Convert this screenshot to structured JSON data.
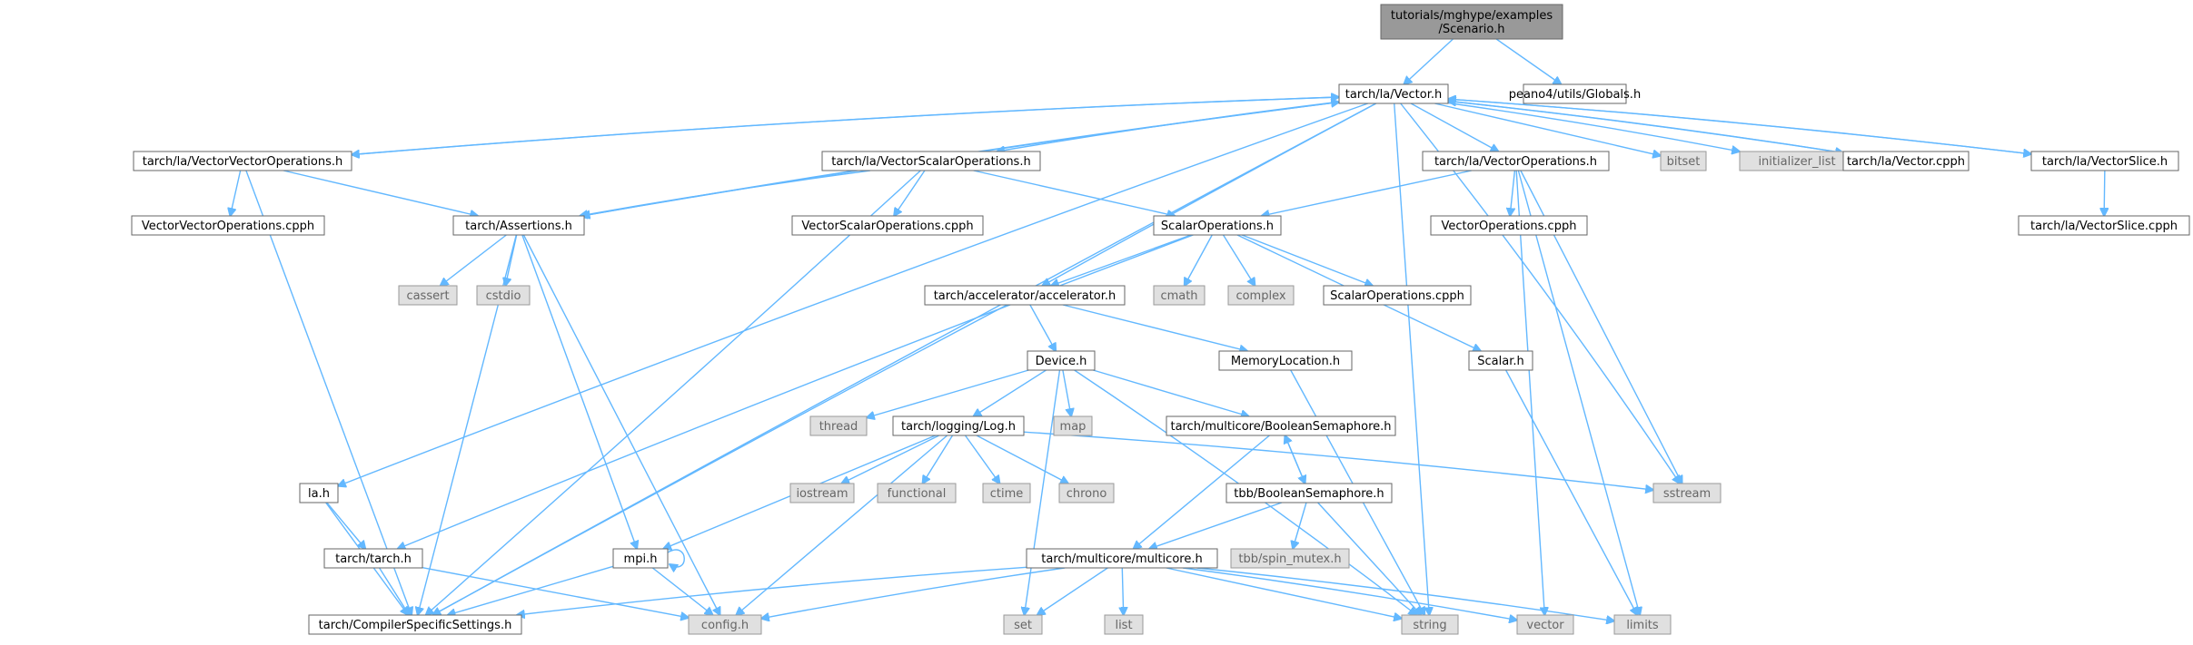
{
  "graph": {
    "nodes": [
      {
        "id": "scenario",
        "label_lines": [
          "tutorials/mghype/examples",
          "/Scenario.h"
        ],
        "kind": "root"
      },
      {
        "id": "vector-h",
        "label_lines": [
          "tarch/la/Vector.h"
        ],
        "kind": "file"
      },
      {
        "id": "globals-h",
        "label_lines": [
          "peano4/utils/Globals.h"
        ],
        "kind": "file"
      },
      {
        "id": "vvo-h",
        "label_lines": [
          "tarch/la/VectorVectorOperations.h"
        ],
        "kind": "file"
      },
      {
        "id": "vso-h",
        "label_lines": [
          "tarch/la/VectorScalarOperations.h"
        ],
        "kind": "file"
      },
      {
        "id": "vo-h",
        "label_lines": [
          "tarch/la/VectorOperations.h"
        ],
        "kind": "file"
      },
      {
        "id": "bitset",
        "label_lines": [
          "bitset"
        ],
        "kind": "ext"
      },
      {
        "id": "initializer",
        "label_lines": [
          "initializer_list"
        ],
        "kind": "ext"
      },
      {
        "id": "vector-cpph",
        "label_lines": [
          "tarch/la/Vector.cpph"
        ],
        "kind": "file"
      },
      {
        "id": "vslice-h",
        "label_lines": [
          "tarch/la/VectorSlice.h"
        ],
        "kind": "file"
      },
      {
        "id": "vvo-cpph",
        "label_lines": [
          "VectorVectorOperations.cpph"
        ],
        "kind": "file"
      },
      {
        "id": "assertions-h",
        "label_lines": [
          "tarch/Assertions.h"
        ],
        "kind": "file"
      },
      {
        "id": "vso-cpph",
        "label_lines": [
          "VectorScalarOperations.cpph"
        ],
        "kind": "file"
      },
      {
        "id": "scalarops-h",
        "label_lines": [
          "ScalarOperations.h"
        ],
        "kind": "file"
      },
      {
        "id": "vo-cpph",
        "label_lines": [
          "VectorOperations.cpph"
        ],
        "kind": "file"
      },
      {
        "id": "vslice-cpph",
        "label_lines": [
          "tarch/la/VectorSlice.cpph"
        ],
        "kind": "file"
      },
      {
        "id": "cassert",
        "label_lines": [
          "cassert"
        ],
        "kind": "ext"
      },
      {
        "id": "cstdio",
        "label_lines": [
          "cstdio"
        ],
        "kind": "ext"
      },
      {
        "id": "accelerator-h",
        "label_lines": [
          "tarch/accelerator/accelerator.h"
        ],
        "kind": "file"
      },
      {
        "id": "cmath",
        "label_lines": [
          "cmath"
        ],
        "kind": "ext"
      },
      {
        "id": "complex",
        "label_lines": [
          "complex"
        ],
        "kind": "ext"
      },
      {
        "id": "scalarops-cpph",
        "label_lines": [
          "ScalarOperations.cpph"
        ],
        "kind": "file"
      },
      {
        "id": "device-h",
        "label_lines": [
          "Device.h"
        ],
        "kind": "file"
      },
      {
        "id": "memloc-h",
        "label_lines": [
          "MemoryLocation.h"
        ],
        "kind": "file"
      },
      {
        "id": "scalar-h",
        "label_lines": [
          "Scalar.h"
        ],
        "kind": "file"
      },
      {
        "id": "thread",
        "label_lines": [
          "thread"
        ],
        "kind": "ext"
      },
      {
        "id": "log-h",
        "label_lines": [
          "tarch/logging/Log.h"
        ],
        "kind": "file"
      },
      {
        "id": "map",
        "label_lines": [
          "map"
        ],
        "kind": "ext"
      },
      {
        "id": "boolsem-h",
        "label_lines": [
          "tarch/multicore/BooleanSemaphore.h"
        ],
        "kind": "file"
      },
      {
        "id": "la-h",
        "label_lines": [
          "la.h"
        ],
        "kind": "file"
      },
      {
        "id": "iostream",
        "label_lines": [
          "iostream"
        ],
        "kind": "ext"
      },
      {
        "id": "functional",
        "label_lines": [
          "functional"
        ],
        "kind": "ext"
      },
      {
        "id": "ctime",
        "label_lines": [
          "ctime"
        ],
        "kind": "ext"
      },
      {
        "id": "chrono",
        "label_lines": [
          "chrono"
        ],
        "kind": "ext"
      },
      {
        "id": "tbb-boolsem-h",
        "label_lines": [
          "tbb/BooleanSemaphore.h"
        ],
        "kind": "file"
      },
      {
        "id": "sstream",
        "label_lines": [
          "sstream"
        ],
        "kind": "ext"
      },
      {
        "id": "tarch-h",
        "label_lines": [
          "tarch/tarch.h"
        ],
        "kind": "file"
      },
      {
        "id": "mpi-h",
        "label_lines": [
          "mpi.h"
        ],
        "kind": "file"
      },
      {
        "id": "multicore-h",
        "label_lines": [
          "tarch/multicore/multicore.h"
        ],
        "kind": "file"
      },
      {
        "id": "spin-mutex",
        "label_lines": [
          "tbb/spin_mutex.h"
        ],
        "kind": "ext"
      },
      {
        "id": "compiler-h",
        "label_lines": [
          "tarch/CompilerSpecificSettings.h"
        ],
        "kind": "file"
      },
      {
        "id": "config-h",
        "label_lines": [
          "config.h"
        ],
        "kind": "ext"
      },
      {
        "id": "set",
        "label_lines": [
          "set"
        ],
        "kind": "ext"
      },
      {
        "id": "list",
        "label_lines": [
          "list"
        ],
        "kind": "ext"
      },
      {
        "id": "string",
        "label_lines": [
          "string"
        ],
        "kind": "ext"
      },
      {
        "id": "vector",
        "label_lines": [
          "vector"
        ],
        "kind": "ext"
      },
      {
        "id": "limits",
        "label_lines": [
          "limits"
        ],
        "kind": "ext"
      }
    ],
    "edges": [
      [
        "scenario",
        "vector-h"
      ],
      [
        "scenario",
        "globals-h"
      ],
      [
        "vector-h",
        "vvo-h"
      ],
      [
        "vector-h",
        "vso-h"
      ],
      [
        "vector-h",
        "vo-h"
      ],
      [
        "vector-h",
        "bitset"
      ],
      [
        "vector-h",
        "initializer"
      ],
      [
        "vector-h",
        "vector-cpph"
      ],
      [
        "vector-h",
        "vslice-h"
      ],
      [
        "vector-h",
        "assertions-h"
      ],
      [
        "vector-h",
        "la-h"
      ],
      [
        "vector-h",
        "compiler-h"
      ],
      [
        "vector-h",
        "accelerator-h"
      ],
      [
        "vector-h",
        "sstream"
      ],
      [
        "vector-h",
        "string"
      ],
      [
        "vvo-h",
        "vector-h"
      ],
      [
        "vvo-h",
        "vvo-cpph"
      ],
      [
        "vvo-h",
        "assertions-h"
      ],
      [
        "vvo-h",
        "compiler-h"
      ],
      [
        "vso-h",
        "assertions-h"
      ],
      [
        "vso-h",
        "vso-cpph"
      ],
      [
        "vso-h",
        "scalarops-h"
      ],
      [
        "vso-h",
        "compiler-h"
      ],
      [
        "vo-h",
        "scalarops-h"
      ],
      [
        "vo-h",
        "vo-cpph"
      ],
      [
        "vo-h",
        "sstream"
      ],
      [
        "vo-h",
        "vector"
      ],
      [
        "vo-h",
        "limits"
      ],
      [
        "vector-cpph",
        "vector-h"
      ],
      [
        "vslice-h",
        "vector-h"
      ],
      [
        "vslice-h",
        "vslice-cpph"
      ],
      [
        "assertions-h",
        "vector-h"
      ],
      [
        "assertions-h",
        "cassert"
      ],
      [
        "assertions-h",
        "cstdio"
      ],
      [
        "assertions-h",
        "mpi-h"
      ],
      [
        "assertions-h",
        "config-h"
      ],
      [
        "assertions-h",
        "compiler-h"
      ],
      [
        "scalarops-h",
        "accelerator-h"
      ],
      [
        "scalarops-h",
        "cmath"
      ],
      [
        "scalarops-h",
        "complex"
      ],
      [
        "scalarops-h",
        "scalarops-cpph"
      ],
      [
        "scalarops-h",
        "scalar-h"
      ],
      [
        "scalarops-h",
        "tarch-h"
      ],
      [
        "accelerator-h",
        "device-h"
      ],
      [
        "accelerator-h",
        "memloc-h"
      ],
      [
        "accelerator-h",
        "compiler-h"
      ],
      [
        "device-h",
        "thread"
      ],
      [
        "device-h",
        "log-h"
      ],
      [
        "device-h",
        "map"
      ],
      [
        "device-h",
        "boolsem-h"
      ],
      [
        "device-h",
        "set"
      ],
      [
        "device-h",
        "string"
      ],
      [
        "memloc-h",
        "string"
      ],
      [
        "scalar-h",
        "limits"
      ],
      [
        "log-h",
        "iostream"
      ],
      [
        "log-h",
        "functional"
      ],
      [
        "log-h",
        "ctime"
      ],
      [
        "log-h",
        "chrono"
      ],
      [
        "log-h",
        "sstream"
      ],
      [
        "log-h",
        "mpi-h"
      ],
      [
        "log-h",
        "config-h"
      ],
      [
        "boolsem-h",
        "tbb-boolsem-h"
      ],
      [
        "boolsem-h",
        "multicore-h"
      ],
      [
        "tbb-boolsem-h",
        "boolsem-h"
      ],
      [
        "tbb-boolsem-h",
        "multicore-h"
      ],
      [
        "tbb-boolsem-h",
        "spin-mutex"
      ],
      [
        "tbb-boolsem-h",
        "string"
      ],
      [
        "la-h",
        "tarch-h"
      ],
      [
        "la-h",
        "compiler-h"
      ],
      [
        "tarch-h",
        "compiler-h"
      ],
      [
        "tarch-h",
        "config-h"
      ],
      [
        "mpi-h",
        "mpi-h"
      ],
      [
        "mpi-h",
        "config-h"
      ],
      [
        "mpi-h",
        "compiler-h"
      ],
      [
        "multicore-h",
        "compiler-h"
      ],
      [
        "multicore-h",
        "config-h"
      ],
      [
        "multicore-h",
        "set"
      ],
      [
        "multicore-h",
        "list"
      ],
      [
        "multicore-h",
        "string"
      ],
      [
        "multicore-h",
        "vector"
      ],
      [
        "multicore-h",
        "limits"
      ]
    ]
  },
  "colors": {
    "edge": "#63b8ff",
    "root_fill": "#999999",
    "external_fill": "#e0e0e0",
    "external_text": "#666666",
    "border": "#666666"
  }
}
